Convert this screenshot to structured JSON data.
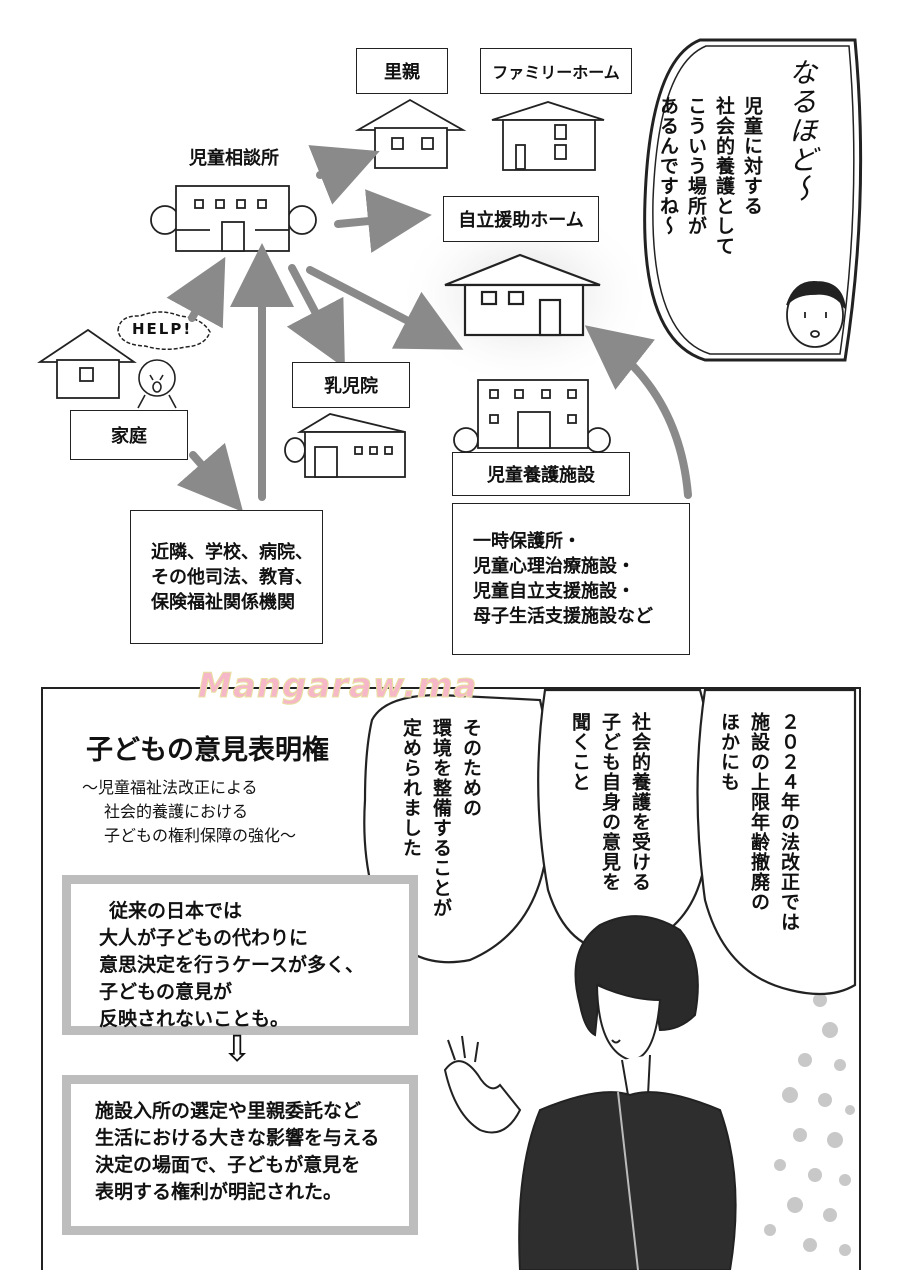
{
  "diagram": {
    "nodes": {
      "satooya": "里親",
      "family_home": "ファミリーホーム",
      "jido_sodanjo": "児童相談所",
      "jiritsu_home": "自立援助ホーム",
      "nyujiin": "乳児院",
      "katei": "家庭",
      "yogo_shisetsu": "児童養護施設"
    },
    "help_text": "HELP!",
    "source_box": [
      "近隣、学校、病院、",
      "その他司法、教育、",
      "保険福祉関係機関"
    ],
    "facilities_box": [
      "一時保護所・",
      "児童心理治療施設・",
      "児童自立支援施設・",
      "母子生活支援施設など"
    ]
  },
  "top_speech": {
    "exclamation": "なるほど〜",
    "columns": [
      "児童に対する",
      "社会的養護として",
      "こういう場所が",
      "あるんですね〜"
    ]
  },
  "watermark": "Mangaraw.ma",
  "bottom_panel": {
    "title": "子どもの意見表明権",
    "subtitle": [
      "〜児童福祉法改正による",
      "社会的養護における",
      "子どもの権利保障の強化〜"
    ],
    "before_box": [
      "従来の日本では",
      "大人が子どもの代わりに",
      "意思決定を行うケースが多く、",
      "子どもの意見が",
      "反映されないことも。"
    ],
    "arrow": "⇩",
    "after_box": [
      "施設入所の選定や里親委託など",
      "生活における大きな影響を与える",
      "決定の場面で、子どもが意見を",
      "表明する権利が明記された。"
    ],
    "bubbles": {
      "right": [
        "２０２４年の法改正では",
        "施設の上限年齢撤廃の",
        "ほかにも"
      ],
      "middle": [
        "社会的養護を受ける",
        "子ども自身の意見を",
        "聞くこと"
      ],
      "left": [
        "そのための",
        "環境を整備することが",
        "定められました"
      ]
    }
  }
}
